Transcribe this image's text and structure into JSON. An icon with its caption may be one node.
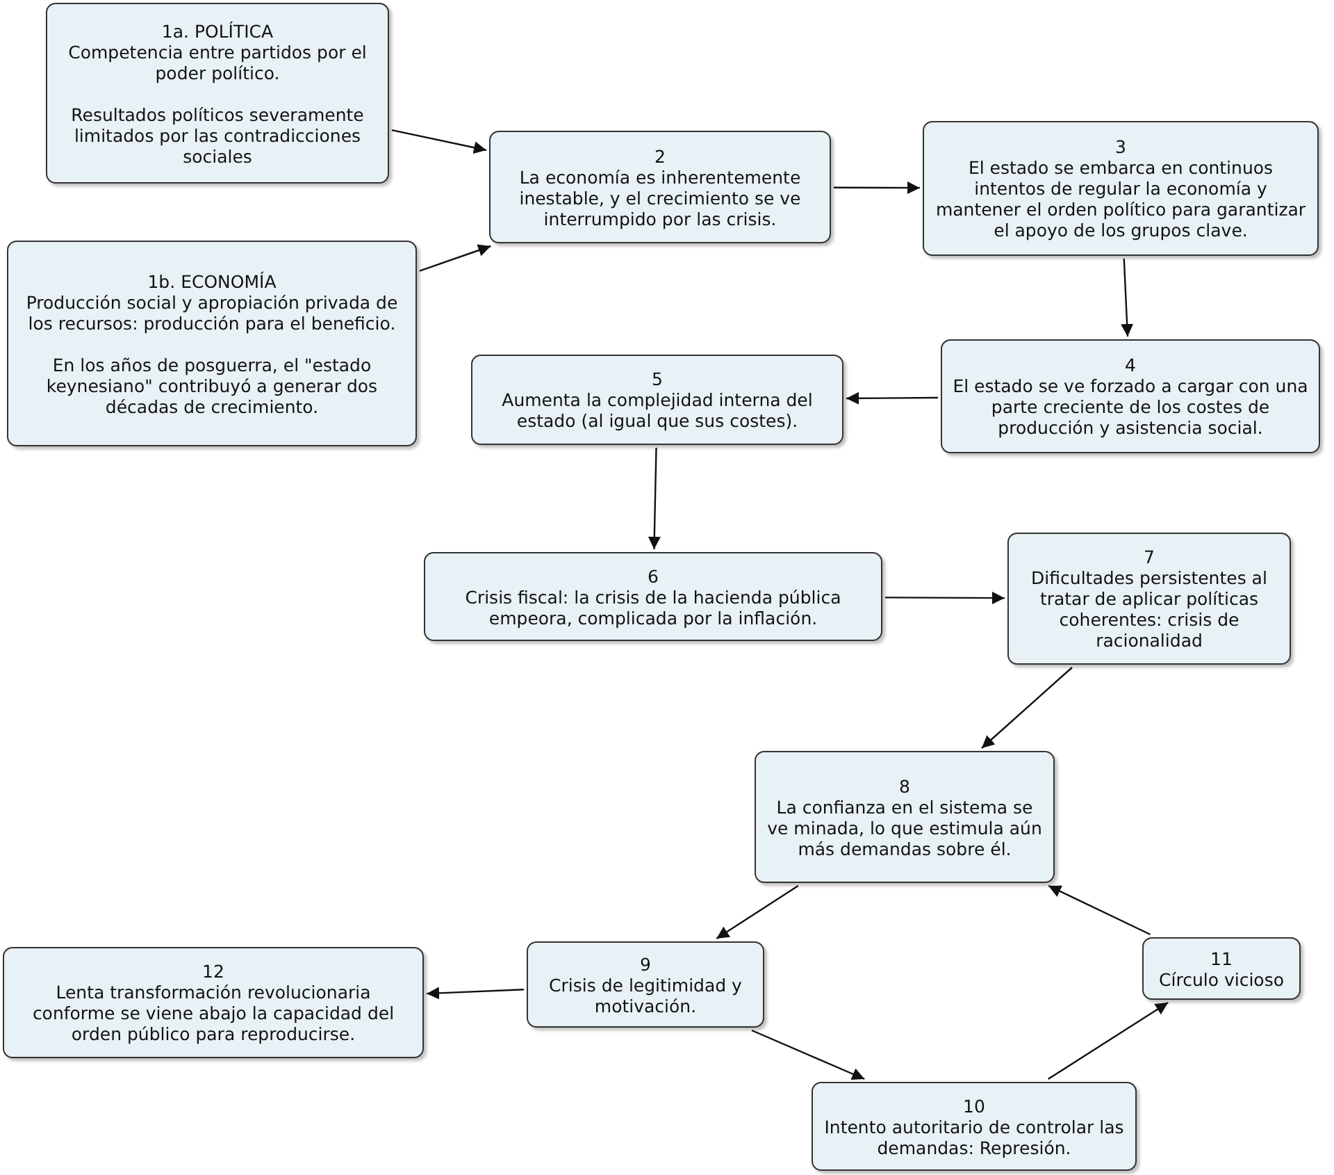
{
  "diagram": {
    "nodes": [
      {
        "text": [
          "1a. POLÍTICA",
          "Competencia entre partidos por el poder político.",
          "Resultados políticos severamente limitados por las contradicciones sociales"
        ]
      },
      {
        "text": [
          "1b. ECONOMÍA",
          "Producción social y apropiación privada de los recursos: producción para el beneficio.",
          "En los años de posguerra, el \"estado keynesiano\" contribuyó a generar dos décadas de crecimiento."
        ]
      },
      {
        "text": [
          "2",
          "La economía es inherentemente inestable, y el crecimiento se ve interrumpido por las crisis."
        ]
      },
      {
        "text": [
          "3",
          "El estado se embarca en continuos intentos de regular la economía y mantener el orden político para garantizar el apoyo de los grupos clave."
        ]
      },
      {
        "text": [
          "4",
          "El estado se ve forzado a cargar con una parte creciente de los costes de producción y asistencia social."
        ]
      },
      {
        "text": [
          "5",
          "Aumenta la complejidad interna del estado (al igual que sus costes)."
        ]
      },
      {
        "text": [
          "6",
          "Crisis fiscal: la crisis de la hacienda pública empeora, complicada por la inflación."
        ]
      },
      {
        "text": [
          "7",
          "Dificultades persistentes al tratar de aplicar políticas coherentes: crisis de racionalidad"
        ]
      },
      {
        "text": [
          "8",
          "La confianza en el sistema se ve minada, lo que estimula aún más demandas sobre él."
        ]
      },
      {
        "text": [
          "9",
          "Crisis de legitimidad y motivación."
        ]
      },
      {
        "text": [
          "10",
          "Intento autoritario de controlar las demandas: Represión."
        ]
      },
      {
        "text": [
          "11",
          "Círculo vicioso"
        ]
      },
      {
        "text": [
          "12",
          "Lenta transformación revolucionaria conforme se viene abajo la capacidad del orden público para reproducirse."
        ]
      }
    ],
    "edges": [
      {
        "from": 0,
        "to": 2,
        "arrow": "to"
      },
      {
        "from": 1,
        "to": 2,
        "arrow": "to"
      },
      {
        "from": 2,
        "to": 3,
        "arrow": "to"
      },
      {
        "from": 3,
        "to": 4,
        "arrow": "to"
      },
      {
        "from": 4,
        "to": 5,
        "arrow": "to"
      },
      {
        "from": 5,
        "to": 6,
        "arrow": "to"
      },
      {
        "from": 6,
        "to": 7,
        "arrow": "to"
      },
      {
        "from": 7,
        "to": 8,
        "arrow": "to"
      },
      {
        "from": 8,
        "to": 9,
        "arrow": "to"
      },
      {
        "from": 9,
        "to": 12,
        "arrow": "to"
      },
      {
        "from": 9,
        "to": 10,
        "arrow": "to"
      },
      {
        "from": 10,
        "to": 11,
        "arrow": "to"
      },
      {
        "from": 11,
        "to": 8,
        "arrow": "to"
      }
    ]
  }
}
